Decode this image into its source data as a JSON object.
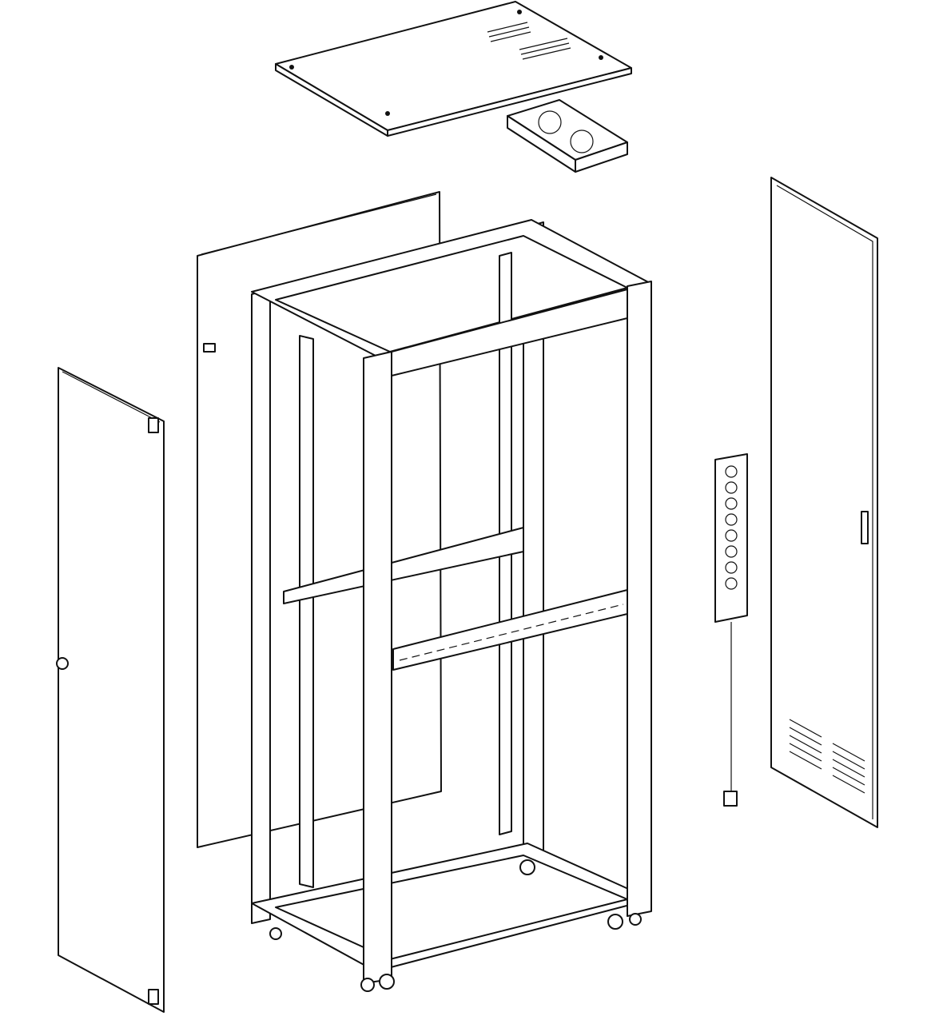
{
  "diagram": {
    "type": "exploded-view",
    "subject": "server-rack-cabinet",
    "parts": [
      "top-cover",
      "fan-tray",
      "side-panel",
      "front-door",
      "rear-door",
      "frame",
      "power-distribution-unit",
      "casters",
      "leveling-feet"
    ]
  },
  "colors": {
    "line": "#111111",
    "background": "#ffffff"
  }
}
